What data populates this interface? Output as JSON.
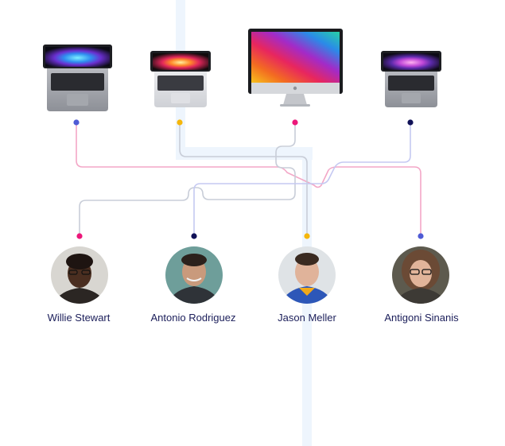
{
  "colors": {
    "background": "#ffffff",
    "guide_stripe": "#eef5fd",
    "text": "#1b1e5a",
    "blue": "#4f5bd5",
    "yellow": "#f5b60b",
    "pink": "#ec177a",
    "navy": "#101157",
    "line_pink": "#f3a7c7",
    "line_grey": "#c8cdd8",
    "line_lavender": "#c5c9f2"
  },
  "devices": [
    {
      "id": "macbook-pro-1",
      "icon": "laptop-icon",
      "dot_color": "blue",
      "screen_theme": "blue-splash"
    },
    {
      "id": "macbook-pro-2",
      "icon": "laptop-icon",
      "dot_color": "yellow",
      "screen_theme": "orange-splash"
    },
    {
      "id": "imac",
      "icon": "imac-icon",
      "dot_color": "pink",
      "screen_theme": "rainbow-stripes"
    },
    {
      "id": "macbook-pro-3",
      "icon": "laptop-icon",
      "dot_color": "navy",
      "screen_theme": "purple-splash"
    }
  ],
  "people": [
    {
      "name": "Willie Stewart",
      "dot_color": "pink",
      "avatar": "avatar-icon"
    },
    {
      "name": "Antonio Rodriguez",
      "dot_color": "navy",
      "avatar": "avatar-icon"
    },
    {
      "name": "Jason Meller",
      "dot_color": "yellow",
      "avatar": "avatar-icon"
    },
    {
      "name": "Antigoni Sinanis",
      "dot_color": "blue",
      "avatar": "avatar-icon"
    }
  ],
  "links": [
    {
      "from_device": 0,
      "to_person": 3,
      "line_color": "line_pink"
    },
    {
      "from_device": 1,
      "to_person": 2,
      "line_color": "line_grey"
    },
    {
      "from_device": 2,
      "to_person": 0,
      "line_color": "line_grey"
    },
    {
      "from_device": 3,
      "to_person": 1,
      "line_color": "line_lavender"
    }
  ]
}
